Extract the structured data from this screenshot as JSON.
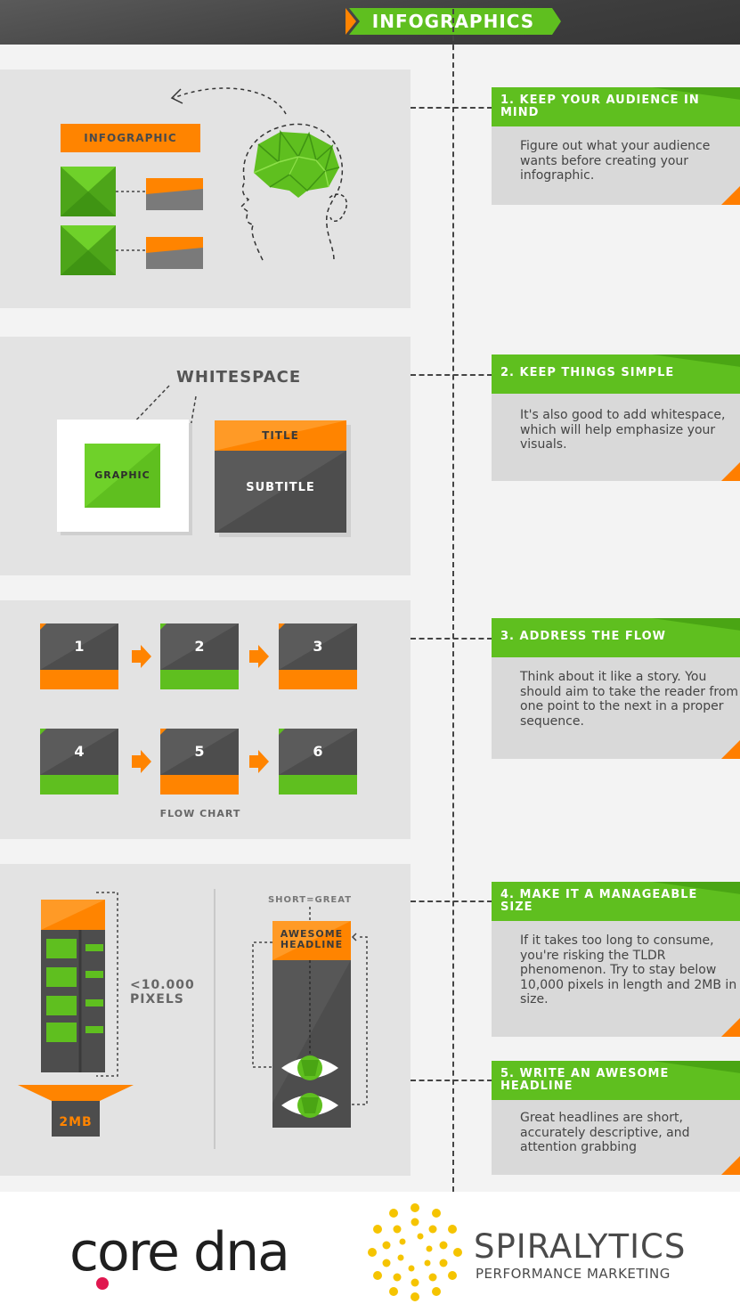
{
  "header": {
    "title": "INFOGRAPHICS"
  },
  "colors": {
    "orange": "#ff8400",
    "green": "#5fbf1f",
    "dark": "#4a4a4a",
    "panel": "#e3e3e3"
  },
  "steps": [
    {
      "title": "1. KEEP YOUR AUDIENCE IN MIND",
      "body": "Figure out what your audience wants before creating your infographic."
    },
    {
      "title": "2. KEEP THINGS SIMPLE",
      "body": "It's also good to add whitespace, which will help emphasize your visuals."
    },
    {
      "title": "3. ADDRESS THE FLOW",
      "body": "Think about it like a story. You should aim to take the reader from one point to the next in a proper sequence."
    },
    {
      "title": "4. MAKE IT A MANAGEABLE SIZE",
      "body": "If it takes too long to consume, you're risking the TLDR phenomenon. Try to stay below 10,000 pixels in length and 2MB in size."
    },
    {
      "title": "5. WRITE AN AWESOME HEADLINE",
      "body": "Great headlines are short, accurately descriptive, and attention grabbing"
    }
  ],
  "panel1": {
    "label": "INFOGRAPHIC"
  },
  "panel2": {
    "whitespace": "WHITESPACE",
    "graphic": "GRAPHIC",
    "title": "TITLE",
    "subtitle": "SUBTITLE"
  },
  "panel3": {
    "boxes": [
      "1",
      "2",
      "3",
      "4",
      "5",
      "6"
    ],
    "caption": "FLOW CHART"
  },
  "panel4": {
    "pixels_line1": "<10.000",
    "pixels_line2": "PIXELS",
    "size": "2MB",
    "short_great": "SHORT=GREAT",
    "headline_line1": "AWESOME",
    "headline_line2": "HEADLINE"
  },
  "footer": {
    "coredna": "core dna",
    "spiralytics": "SPIRALYTICS",
    "spiralytics_sub": "PERFORMANCE MARKETING"
  }
}
